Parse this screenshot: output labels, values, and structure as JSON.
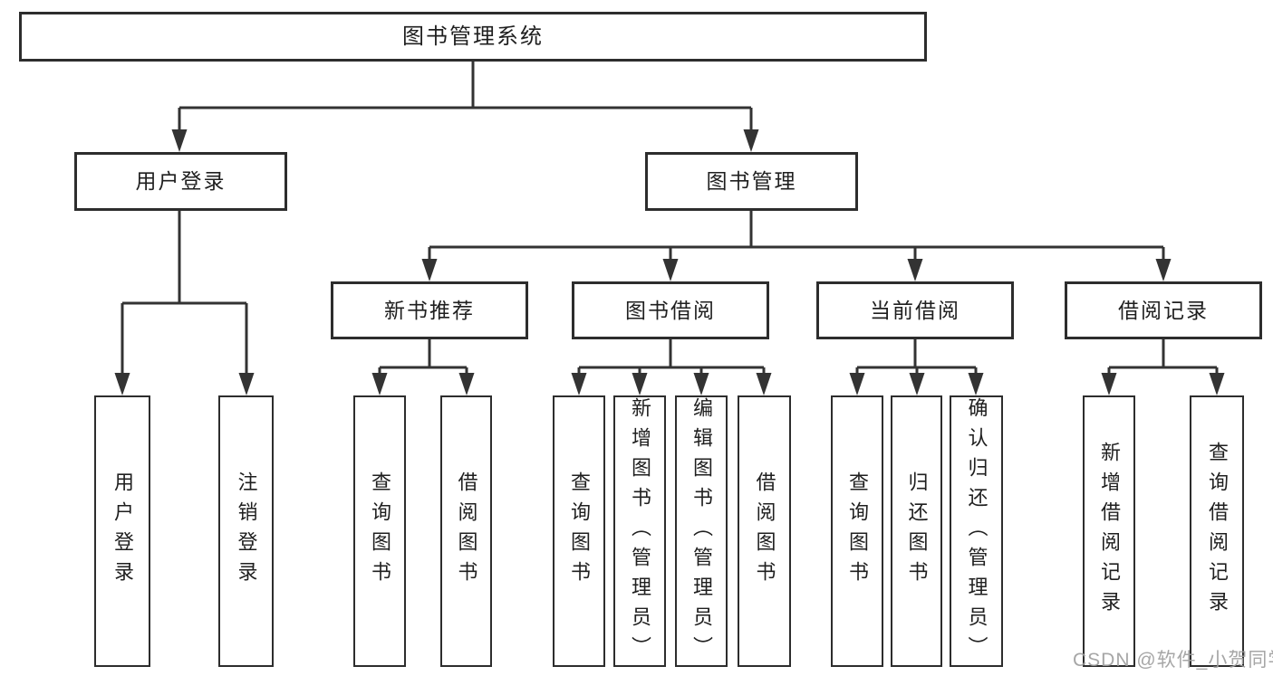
{
  "diagram": {
    "root": "图书管理系统",
    "branches": [
      {
        "label": "用户登录",
        "leaves": [
          "用户登录",
          "注销登录"
        ]
      },
      {
        "label": "图书管理",
        "groups": [
          {
            "label": "新书推荐",
            "leaves": [
              "查询图书",
              "借阅图书"
            ]
          },
          {
            "label": "图书借阅",
            "leaves": [
              "查询图书",
              "新增图书（管理员）",
              "编辑图书（管理员）",
              "借阅图书"
            ]
          },
          {
            "label": "当前借阅",
            "leaves": [
              "查询图书",
              "归还图书",
              "确认归还（管理员）"
            ]
          },
          {
            "label": "借阅记录",
            "leaves": [
              "新增借阅记录",
              "查询借阅记录"
            ]
          }
        ]
      }
    ]
  },
  "watermark": "CSDN @软件_小贺同学",
  "colors": {
    "line": "#333333",
    "box_border": "#2d2d2d",
    "text": "#1f1f1f",
    "watermark": "#9e9e9e",
    "background": "#ffffff"
  }
}
